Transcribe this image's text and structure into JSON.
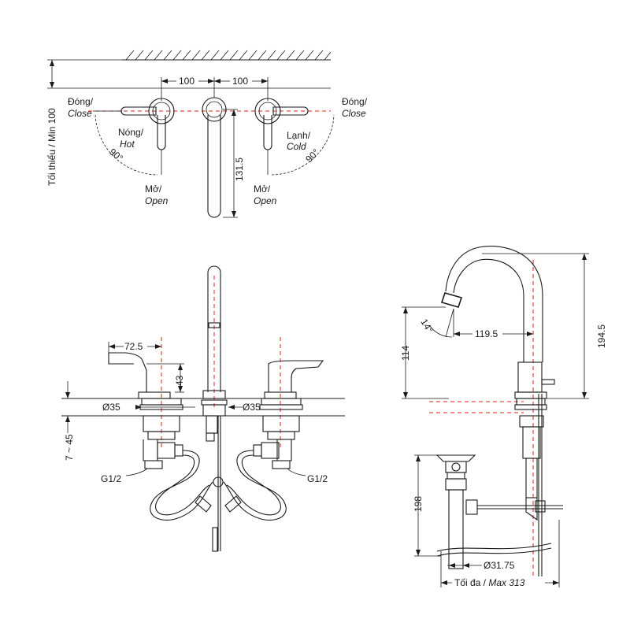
{
  "top_view": {
    "dim_left": "100",
    "dim_right": "100",
    "min_height": "Tối thiểu / Min 100",
    "close_left_vi": "Đóng/",
    "close_left_en": "Close",
    "close_right_vi": "Đóng/",
    "close_right_en": "Close",
    "hot_vi": "Nóng/",
    "hot_en": "Hot",
    "cold_vi": "Lạnh/",
    "cold_en": "Cold",
    "open_left_vi": "Mở/",
    "open_left_en": "Open",
    "open_right_vi": "Mở/",
    "open_right_en": "Open",
    "angle_left": "90°",
    "angle_right": "90°",
    "spout_len": "131.5"
  },
  "front_view": {
    "handle_dim": "72.5",
    "handle_height": "43",
    "dia_left": "Ø35",
    "dia_right": "Ø35",
    "deck_range": "7 ~ 45",
    "thread_left": "G1/2",
    "thread_right": "G1/2"
  },
  "side_view": {
    "angle": "14°",
    "reach": "119.5",
    "spout_height": "114",
    "total_height": "194.5",
    "drain_height": "198",
    "drain_dia": "Ø31.75",
    "max_label_vi": "Tối đa / ",
    "max_label_en": "Max 313"
  }
}
